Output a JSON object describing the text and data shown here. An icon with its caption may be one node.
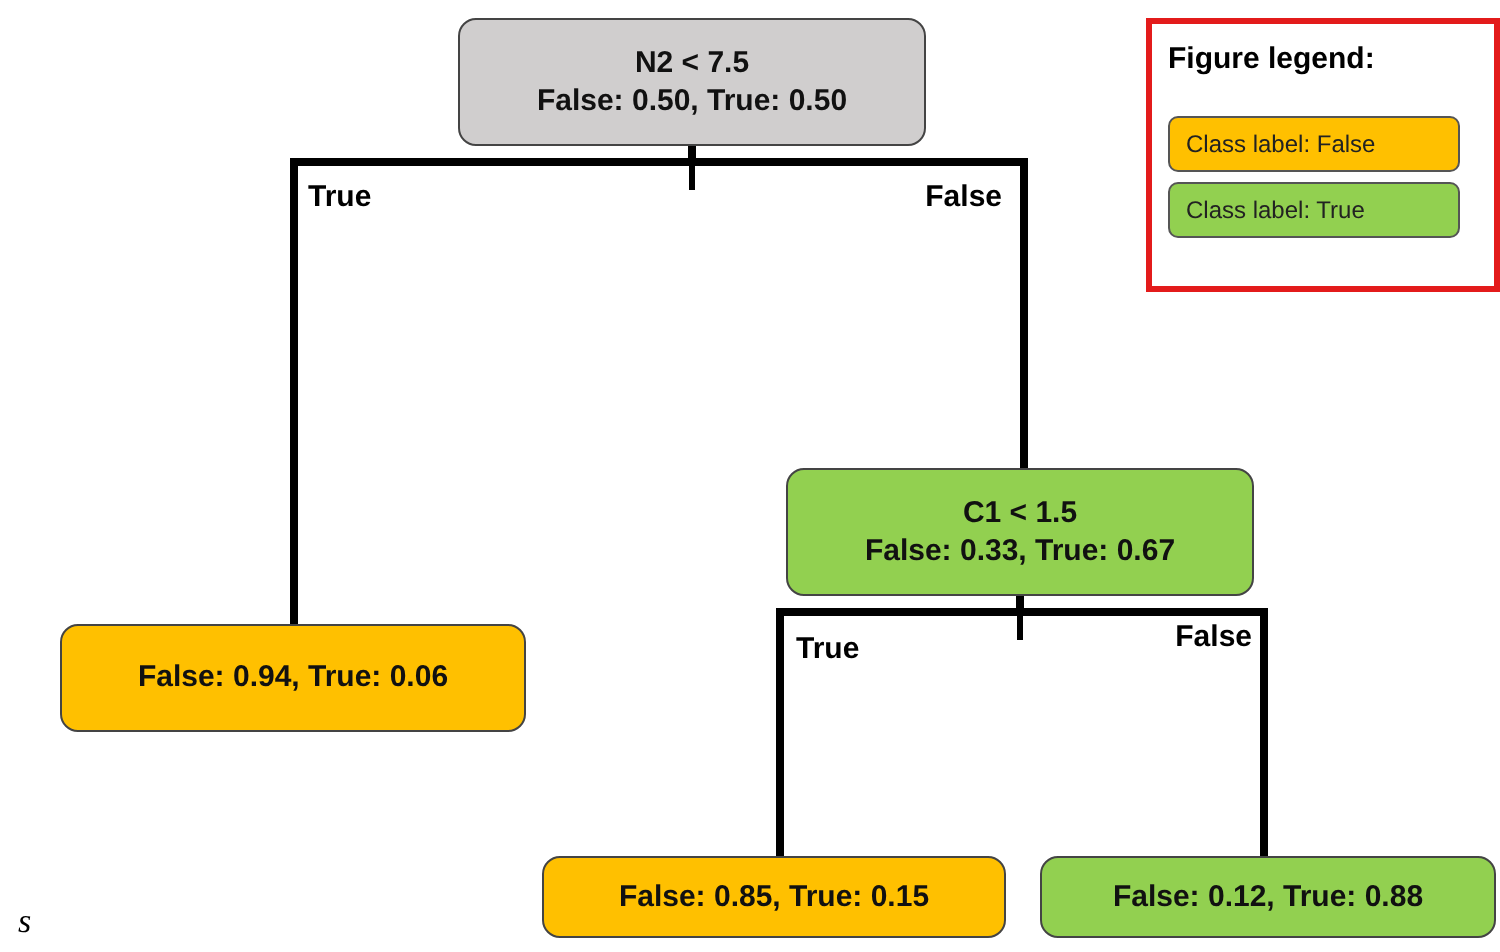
{
  "diagram": {
    "nodes": [
      {
        "text": [
          "N2 < 7.5",
          "False: 0.50, True: 0.50"
        ]
      },
      {
        "text": [
          "False: 0.94, True: 0.06"
        ]
      },
      {
        "text": [
          "C1 < 1.5",
          "False: 0.33, True: 0.67"
        ]
      },
      {
        "text": [
          "False: 0.85, True: 0.15"
        ]
      },
      {
        "text": [
          "False: 0.12, True: 0.88"
        ]
      }
    ],
    "edges": [
      {
        "from": 0,
        "to": 1,
        "arrow": "none",
        "label": "True"
      },
      {
        "from": 0,
        "to": 2,
        "arrow": "none",
        "label": "False"
      },
      {
        "from": 2,
        "to": 3,
        "arrow": "none",
        "label": "True"
      },
      {
        "from": 2,
        "to": 4,
        "arrow": "none",
        "label": "False"
      }
    ],
    "labels": [
      "Figure legend:",
      "s"
    ],
    "legend": [
      {
        "text": "Class label: False",
        "color": "#ffc000"
      },
      {
        "text": "Class label: True",
        "color": "#92d050"
      }
    ]
  }
}
